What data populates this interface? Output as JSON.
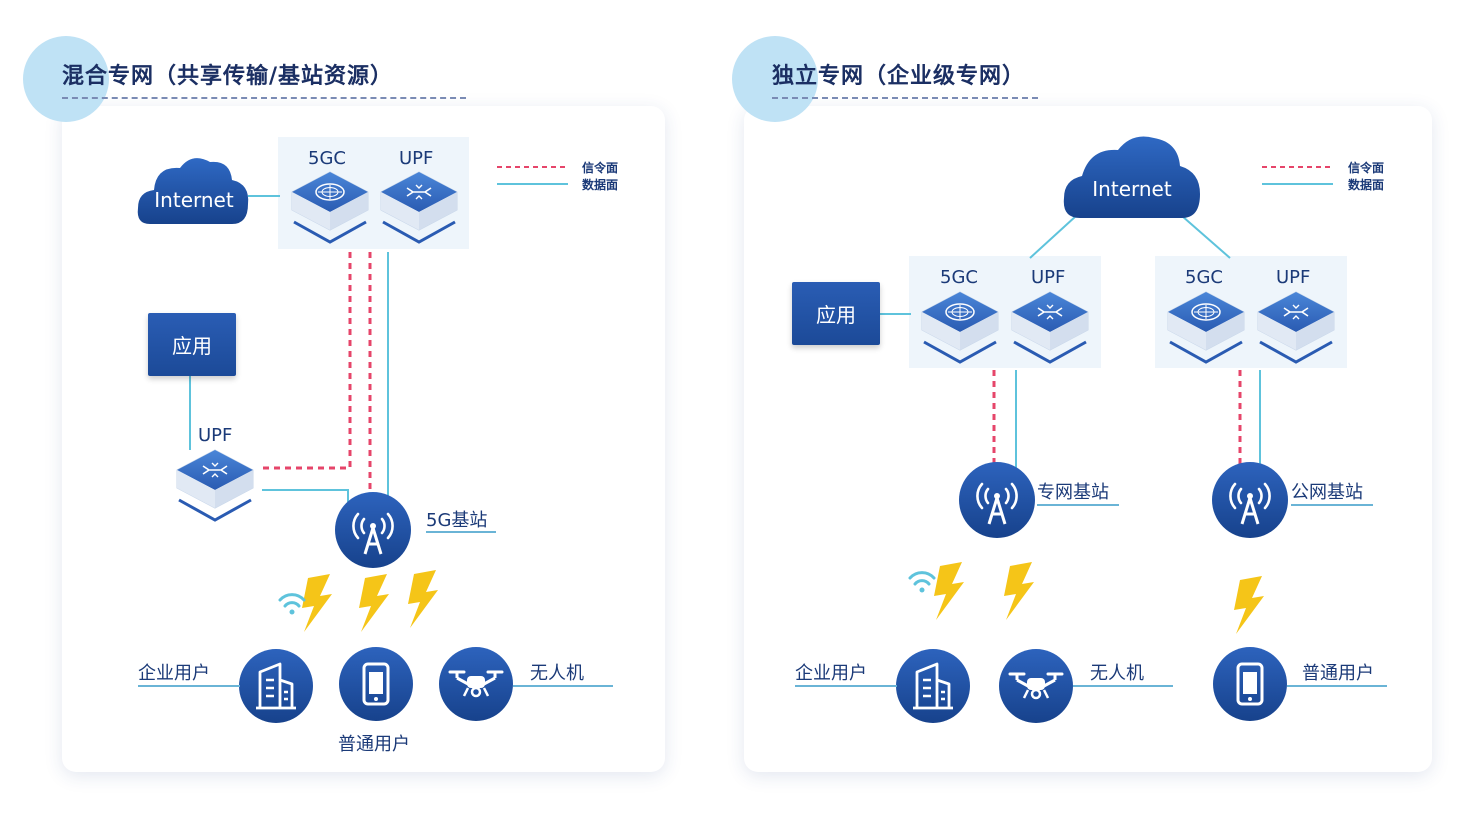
{
  "colors": {
    "signal_line": "#e6456a",
    "data_line": "#5ec3dc",
    "icon_blue": "#1f4f9f",
    "bolt_yellow": "#f5c518",
    "bubble": "#bfe2f5"
  },
  "left": {
    "title": "混合专网（共享传输/基站资源）",
    "internet": "Internet",
    "core_5gc": "5GC",
    "core_upf": "UPF",
    "app": "应用",
    "local_upf": "UPF",
    "base_station": "5G基站",
    "legend": {
      "signal": "信令面",
      "data": "数据面"
    },
    "users": {
      "enterprise": "企业用户",
      "normal": "普通用户",
      "drone": "无人机"
    }
  },
  "right": {
    "title": "独立专网（企业级专网）",
    "internet": "Internet",
    "app": "应用",
    "core_a_5gc": "5GC",
    "core_a_upf": "UPF",
    "core_b_5gc": "5GC",
    "core_b_upf": "UPF",
    "private_bs": "专网基站",
    "public_bs": "公网基站",
    "legend": {
      "signal": "信令面",
      "data": "数据面"
    },
    "users": {
      "enterprise": "企业用户",
      "drone": "无人机",
      "normal": "普通用户"
    }
  }
}
